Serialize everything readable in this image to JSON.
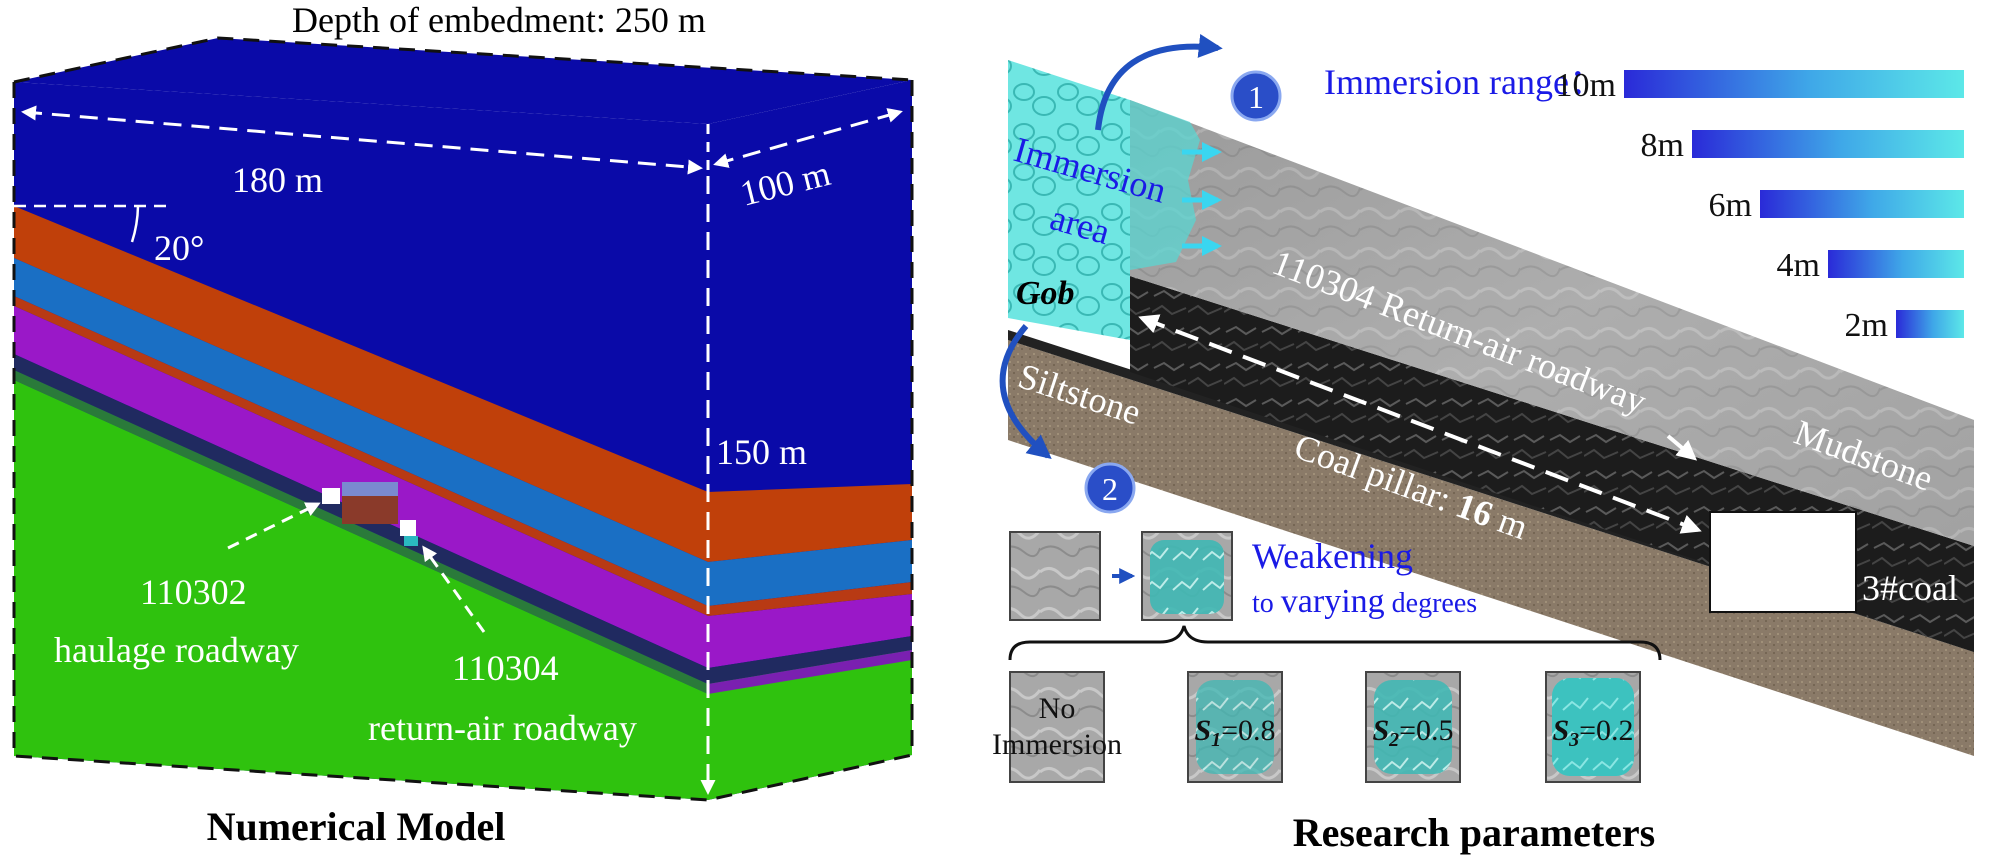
{
  "left": {
    "depth_label": "Depth of embedment: 250 m",
    "length_label": "180 m",
    "width_label": "100 m",
    "height_label": "150 m",
    "angle_label": "20°",
    "roadway1_id": "110302",
    "roadway1_name": "haulage roadway",
    "roadway2_id": "110304",
    "roadway2_name": "return-air roadway",
    "caption": "Numerical Model",
    "colors": {
      "overburden": "#0a0aa8",
      "red_layer": "#c0400a",
      "light_blue_layer": "#1a6fc4",
      "purple_layer": "#9a18c8",
      "floor": "#2fc20e"
    }
  },
  "right": {
    "step1": "1",
    "step2": "2",
    "immersion_range_label": "Immersion range：",
    "immersion_ranges": [
      {
        "label": "10m",
        "value": 10
      },
      {
        "label": "8m",
        "value": 8
      },
      {
        "label": "6m",
        "value": 6
      },
      {
        "label": "4m",
        "value": 4
      },
      {
        "label": "2m",
        "value": 2
      }
    ],
    "immersion_area_line1": "Immersion",
    "immersion_area_line2": "area",
    "gob_label": "Gob",
    "roadway_label": "110304 Return-air roadway",
    "siltstone_label": "Siltstone",
    "coal_pillar_prefix": "Coal pillar: ",
    "coal_pillar_value": "16",
    "coal_pillar_unit": " m",
    "mudstone_label": "Mudstone",
    "coal_label": "3#coal",
    "weakening_line1": "Weakening",
    "weakening_line2_a": "to ",
    "weakening_line2_b": "varying",
    "weakening_line2_c": " degrees",
    "no_immersion_line1": "No",
    "no_immersion_line2": "Immersion",
    "s1_sym": "S",
    "s1_sub": "1",
    "s1_val": "=0.8",
    "s2_sym": "S",
    "s2_sub": "2",
    "s2_val": "=0.5",
    "s3_sym": "S",
    "s3_sub": "3",
    "s3_val": "=0.2",
    "caption": "Research parameters"
  }
}
